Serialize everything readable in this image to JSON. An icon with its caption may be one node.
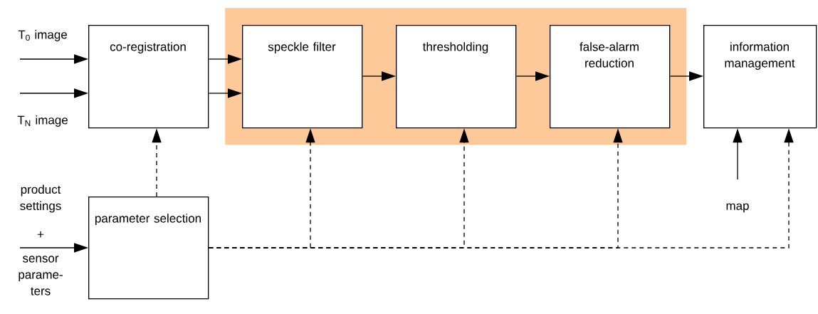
{
  "diagram": {
    "nodes": [
      {
        "text": [
          "co-registration"
        ]
      },
      {
        "text": [
          "parameter selection"
        ]
      },
      {
        "text": [],
        "shape": "box"
      },
      {
        "text": [
          "speckle filter"
        ],
        "in": 2
      },
      {
        "text": [
          "thresholding"
        ],
        "in": 2
      },
      {
        "text": [
          "false-alarm reduction"
        ],
        "in": 2
      },
      {
        "text": [
          "information management"
        ]
      }
    ],
    "edges": [
      {
        "from": null,
        "to": 0,
        "arrow": "to"
      },
      {
        "from": null,
        "to": 0,
        "arrow": "to"
      },
      {
        "from": 0,
        "to": 3,
        "arrow": "to"
      },
      {
        "from": 0,
        "to": 3,
        "arrow": "to"
      },
      {
        "from": 3,
        "to": 4,
        "arrow": "to"
      },
      {
        "from": 4,
        "to": 5,
        "arrow": "to"
      },
      {
        "from": 5,
        "to": 6,
        "arrow": "to"
      },
      {
        "from": null,
        "to": 6,
        "arrow": "to"
      },
      {
        "from": null,
        "to": 1,
        "arrow": "to"
      },
      {
        "from": 1,
        "to": 0,
        "arrow": "to",
        "style": "dashed"
      },
      {
        "from": 1,
        "to": 3,
        "arrow": "to",
        "style": "dashed"
      },
      {
        "from": 1,
        "to": 4,
        "arrow": "to",
        "style": "dashed"
      },
      {
        "from": 1,
        "to": 5,
        "arrow": "to",
        "style": "dashed"
      },
      {
        "from": 1,
        "to": 6,
        "arrow": "to",
        "style": "dashed"
      }
    ],
    "labels": [
      "T$_{0}$ image",
      "T$_{N}$ image",
      "product settings",
      "+",
      "sensor parame-ters",
      "map"
    ]
  }
}
